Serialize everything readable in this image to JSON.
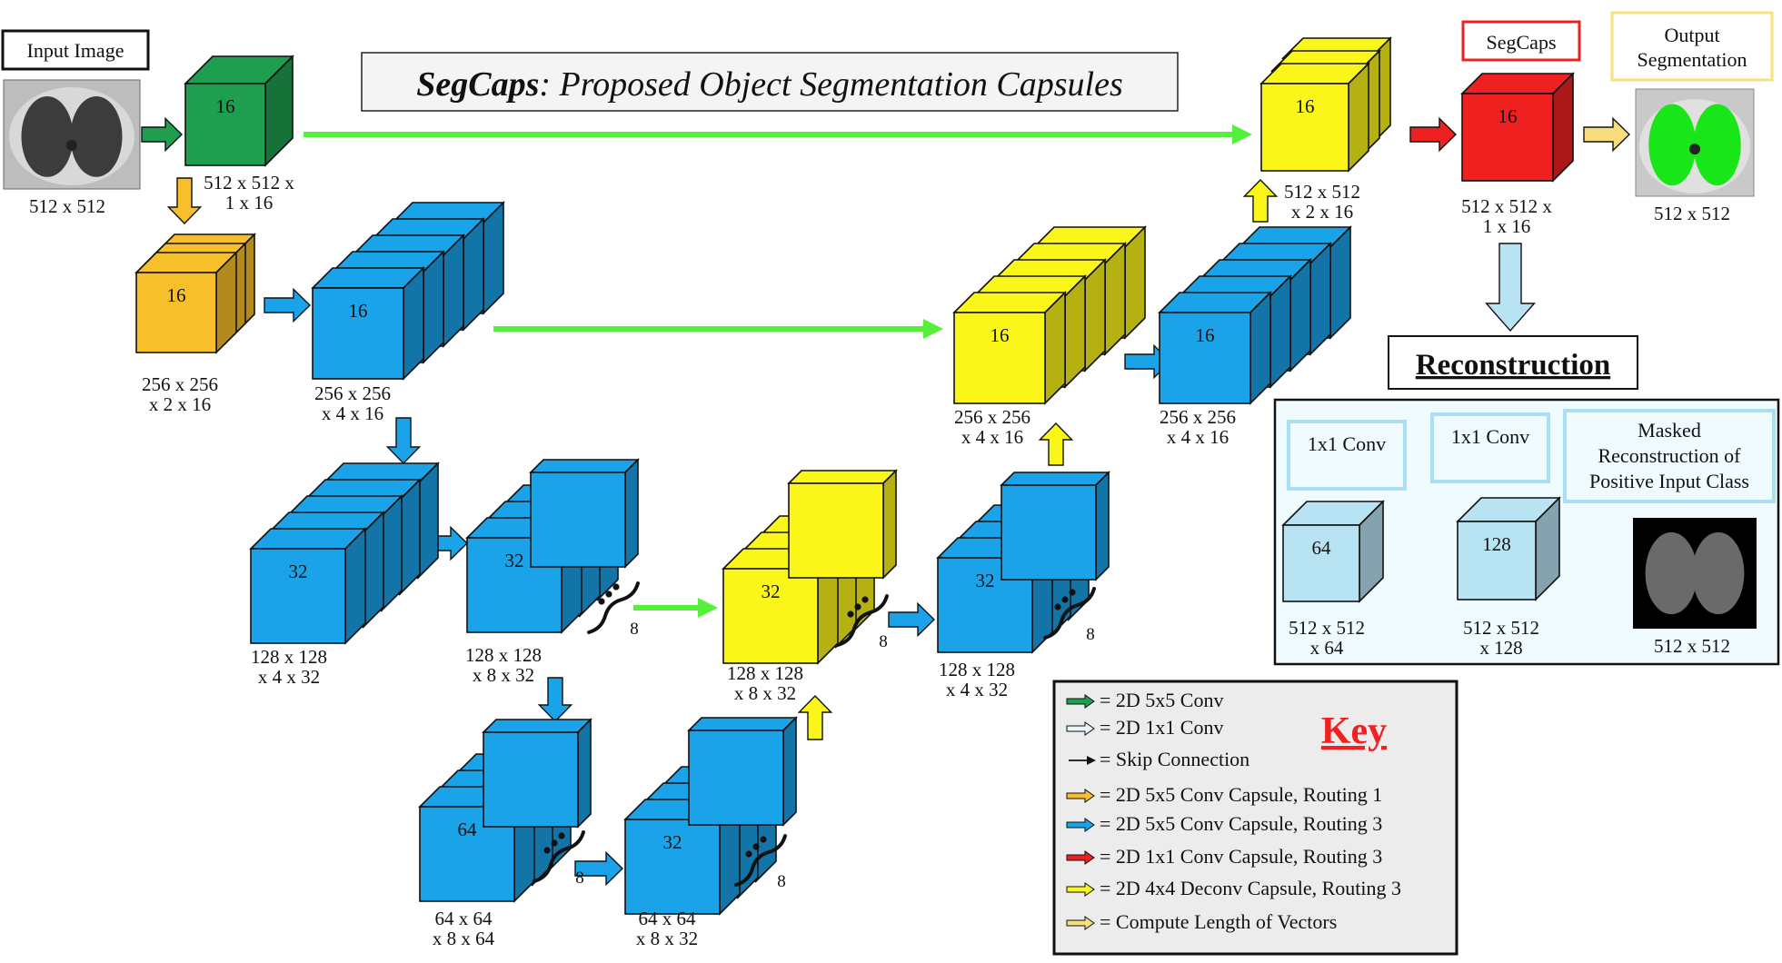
{
  "title": {
    "bold": "SegCaps",
    "rest": ": Proposed Object Segmentation Capsules"
  },
  "colors": {
    "green": "#1f9e4f",
    "orange": "#f7c02a",
    "blue": "#1aa3e8",
    "yellow": "#fbf619",
    "red": "#ef2020",
    "lightblue": "#b8e3f3",
    "bright_green": "#56f03c",
    "key_red": "#f22020",
    "recon_border": "#46b5e6",
    "recon_bg": "#f0fbff"
  },
  "labels": {
    "input_image": "Input Image",
    "input_dim": "512 x 512",
    "segcaps": "SegCaps",
    "output_segmentation": [
      "Output",
      "Segmentation"
    ],
    "output_dim": "512 x 512",
    "reconstruction": "Reconstruction",
    "conv1x1_a": "1x1 Conv",
    "conv1x1_b": "1x1 Conv",
    "masked_recon": [
      "Masked",
      "Reconstruction of",
      "Positive Input Class"
    ],
    "recon_out_dim": "512 x 512",
    "key_title": "Key"
  },
  "blocks": [
    {
      "id": "conv1",
      "color": "green",
      "n": "16",
      "dim": [
        "512 x 512 x",
        "1 x 16"
      ]
    },
    {
      "id": "pc",
      "color": "orange",
      "n": "16",
      "dim": [
        "256 x 256",
        "x 2 x 16"
      ]
    },
    {
      "id": "cap1",
      "color": "blue",
      "n": "16",
      "dim": [
        "256 x 256",
        "x 4 x 16"
      ]
    },
    {
      "id": "cap2",
      "color": "blue",
      "n": "32",
      "dim": [
        "128 x 128",
        "x 4 x 32"
      ]
    },
    {
      "id": "cap3",
      "color": "blue",
      "n": "32",
      "dim": [
        "128 x 128",
        "x 8 x 32"
      ],
      "ann": "8"
    },
    {
      "id": "cap4",
      "color": "blue",
      "n": "64",
      "dim": [
        "64 x 64",
        "x 8 x 64"
      ],
      "ann": "8"
    },
    {
      "id": "cap5",
      "color": "blue",
      "n": "32",
      "dim": [
        "64 x 64",
        "x 8 x 32"
      ],
      "ann": "8"
    },
    {
      "id": "dec1",
      "color": "yellow",
      "n": "32",
      "dim": [
        "128 x 128",
        "x 8 x 32"
      ],
      "ann": "8"
    },
    {
      "id": "cap6",
      "color": "blue",
      "n": "32",
      "dim": [
        "128 x 128",
        "x 4 x 32"
      ],
      "ann": "8"
    },
    {
      "id": "dec2",
      "color": "yellow",
      "n": "16",
      "dim": [
        "256 x 256",
        "x 4 x 16"
      ]
    },
    {
      "id": "cap7",
      "color": "blue",
      "n": "16",
      "dim": [
        "256 x 256",
        "x 4 x 16"
      ]
    },
    {
      "id": "dec3",
      "color": "yellow",
      "n": "16",
      "dim": [
        "512 x 512",
        "x 2 x 16"
      ]
    },
    {
      "id": "segcaps",
      "color": "red",
      "n": "16",
      "dim": [
        "512 x 512 x",
        "1 x 16"
      ]
    },
    {
      "id": "rec1",
      "color": "lightblue",
      "n": "64",
      "dim": [
        "512 x 512",
        "x 64"
      ]
    },
    {
      "id": "rec2",
      "color": "lightblue",
      "n": "128",
      "dim": [
        "512 x 512",
        "x 128"
      ]
    }
  ],
  "key": [
    {
      "kind": "arrow",
      "color": "green",
      "text": "= 2D 5x5 Conv"
    },
    {
      "kind": "arrow",
      "color": "lightblue",
      "text": "= 2D 1x1 Conv"
    },
    {
      "kind": "skip",
      "color": "black",
      "text": "= Skip Connection"
    },
    {
      "kind": "arrow",
      "color": "orange",
      "text": "= 2D 5x5 Conv Capsule, Routing 1"
    },
    {
      "kind": "arrow",
      "color": "blue",
      "text": "= 2D 5x5 Conv Capsule, Routing 3"
    },
    {
      "kind": "arrow",
      "color": "red",
      "text": "= 2D 1x1 Conv Capsule, Routing 3"
    },
    {
      "kind": "arrow",
      "color": "yellow",
      "text": "= 2D 4x4 Deconv Capsule, Routing 3"
    },
    {
      "kind": "arrow",
      "color": "paleyellow",
      "text": "= Compute Length of Vectors"
    }
  ]
}
